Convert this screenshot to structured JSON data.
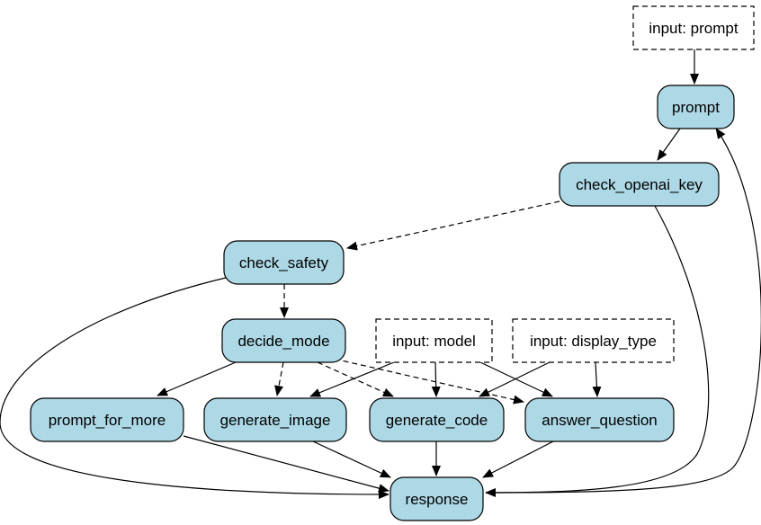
{
  "colors": {
    "node_fill": "#add8e6",
    "node_stroke": "#000000",
    "input_fill": "#ffffff",
    "edge": "#000000",
    "background": "#ffffff"
  },
  "nodes": {
    "input_prompt": {
      "label": "input: prompt",
      "kind": "input"
    },
    "prompt": {
      "label": "prompt",
      "kind": "action"
    },
    "check_openai_key": {
      "label": "check_openai_key",
      "kind": "action"
    },
    "check_safety": {
      "label": "check_safety",
      "kind": "action"
    },
    "decide_mode": {
      "label": "decide_mode",
      "kind": "action"
    },
    "input_model": {
      "label": "input: model",
      "kind": "input"
    },
    "input_display_type": {
      "label": "input: display_type",
      "kind": "input"
    },
    "prompt_for_more": {
      "label": "prompt_for_more",
      "kind": "action"
    },
    "generate_image": {
      "label": "generate_image",
      "kind": "action"
    },
    "generate_code": {
      "label": "generate_code",
      "kind": "action"
    },
    "answer_question": {
      "label": "answer_question",
      "kind": "action"
    },
    "response": {
      "label": "response",
      "kind": "action"
    }
  },
  "edges": [
    {
      "from": "input_prompt",
      "to": "prompt",
      "style": "solid"
    },
    {
      "from": "prompt",
      "to": "check_openai_key",
      "style": "solid"
    },
    {
      "from": "check_openai_key",
      "to": "check_safety",
      "style": "dashed"
    },
    {
      "from": "check_openai_key",
      "to": "response",
      "style": "solid"
    },
    {
      "from": "check_safety",
      "to": "decide_mode",
      "style": "dashed"
    },
    {
      "from": "check_safety",
      "to": "response",
      "style": "solid"
    },
    {
      "from": "decide_mode",
      "to": "prompt_for_more",
      "style": "solid"
    },
    {
      "from": "decide_mode",
      "to": "generate_image",
      "style": "dashed"
    },
    {
      "from": "decide_mode",
      "to": "generate_code",
      "style": "dashed"
    },
    {
      "from": "decide_mode",
      "to": "answer_question",
      "style": "dashed"
    },
    {
      "from": "input_model",
      "to": "generate_image",
      "style": "solid"
    },
    {
      "from": "input_model",
      "to": "generate_code",
      "style": "solid"
    },
    {
      "from": "input_model",
      "to": "answer_question",
      "style": "solid"
    },
    {
      "from": "input_display_type",
      "to": "generate_code",
      "style": "solid"
    },
    {
      "from": "input_display_type",
      "to": "answer_question",
      "style": "solid"
    },
    {
      "from": "prompt_for_more",
      "to": "response",
      "style": "solid"
    },
    {
      "from": "generate_image",
      "to": "response",
      "style": "solid"
    },
    {
      "from": "generate_code",
      "to": "response",
      "style": "solid"
    },
    {
      "from": "answer_question",
      "to": "response",
      "style": "solid"
    },
    {
      "from": "response",
      "to": "prompt",
      "style": "solid"
    }
  ]
}
